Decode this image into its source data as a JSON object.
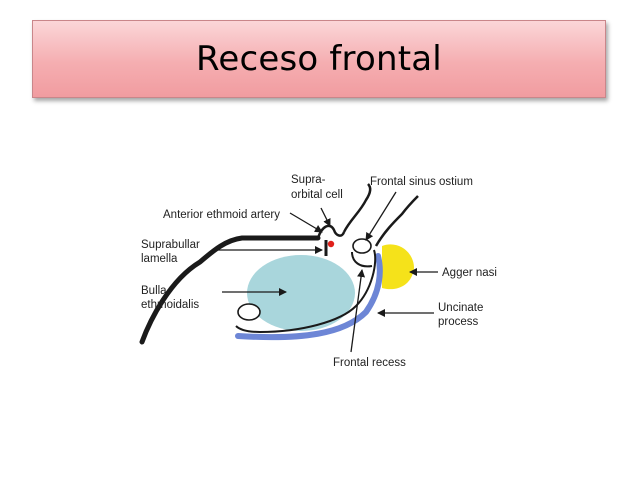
{
  "slide": {
    "title": "Receso frontal"
  },
  "diagram": {
    "labels": {
      "supra_orbital_line1": "Supra-",
      "supra_orbital_line2": "orbital cell",
      "frontal_sinus_ostium": "Frontal sinus ostium",
      "anterior_ethmoid_artery": "Anterior ethmoid artery",
      "suprabullar_line1": "Suprabullar",
      "suprabullar_line2": "lamella",
      "agger_nasi": "Agger nasi",
      "bulla_line1": "Bulla",
      "bulla_line2": "ethmoidalis",
      "uncinate_line1": "Uncinate",
      "uncinate_line2": "process",
      "frontal_recess": "Frontal recess"
    },
    "colors": {
      "bulla_fill": "#a9d6dc",
      "uncinate_blue": "#6d86d6",
      "agger_yellow": "#f5e21a",
      "artery_red": "#e0201a",
      "outline": "#1a1a1a"
    }
  }
}
